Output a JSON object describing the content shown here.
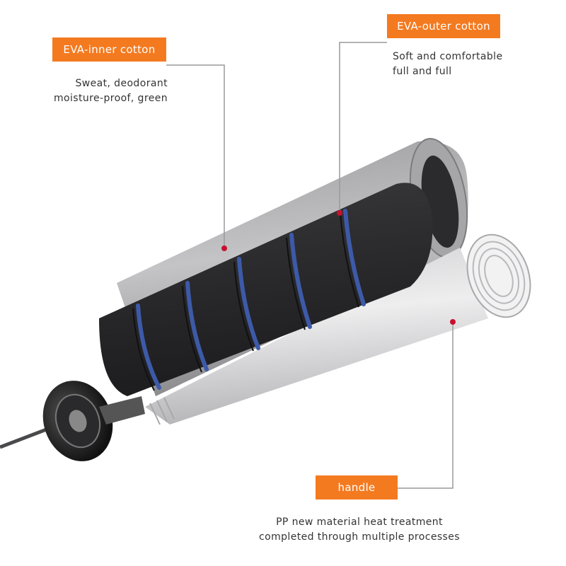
{
  "callouts": {
    "inner": {
      "label": "EVA-inner cotton",
      "desc_line1": "Sweat, deodorant",
      "desc_line2": "moisture-proof, green"
    },
    "outer": {
      "label": "EVA-outer cotton",
      "desc_line1": "Soft and comfortable",
      "desc_line2": "full and full"
    },
    "handle": {
      "label": "handle",
      "desc_line1": "PP new material heat treatment",
      "desc_line2": "completed through multiple processes"
    }
  },
  "colors": {
    "tag_bg": "#f47a20",
    "tag_text": "#ffffff",
    "leader": "#9a9a9a",
    "dot": "#c8102e",
    "foam": "#2f2f31",
    "stripe": "#3d5aa8",
    "tube": "#d9d9db"
  },
  "icons": [
    "skipping-rope-handle-illustration"
  ]
}
